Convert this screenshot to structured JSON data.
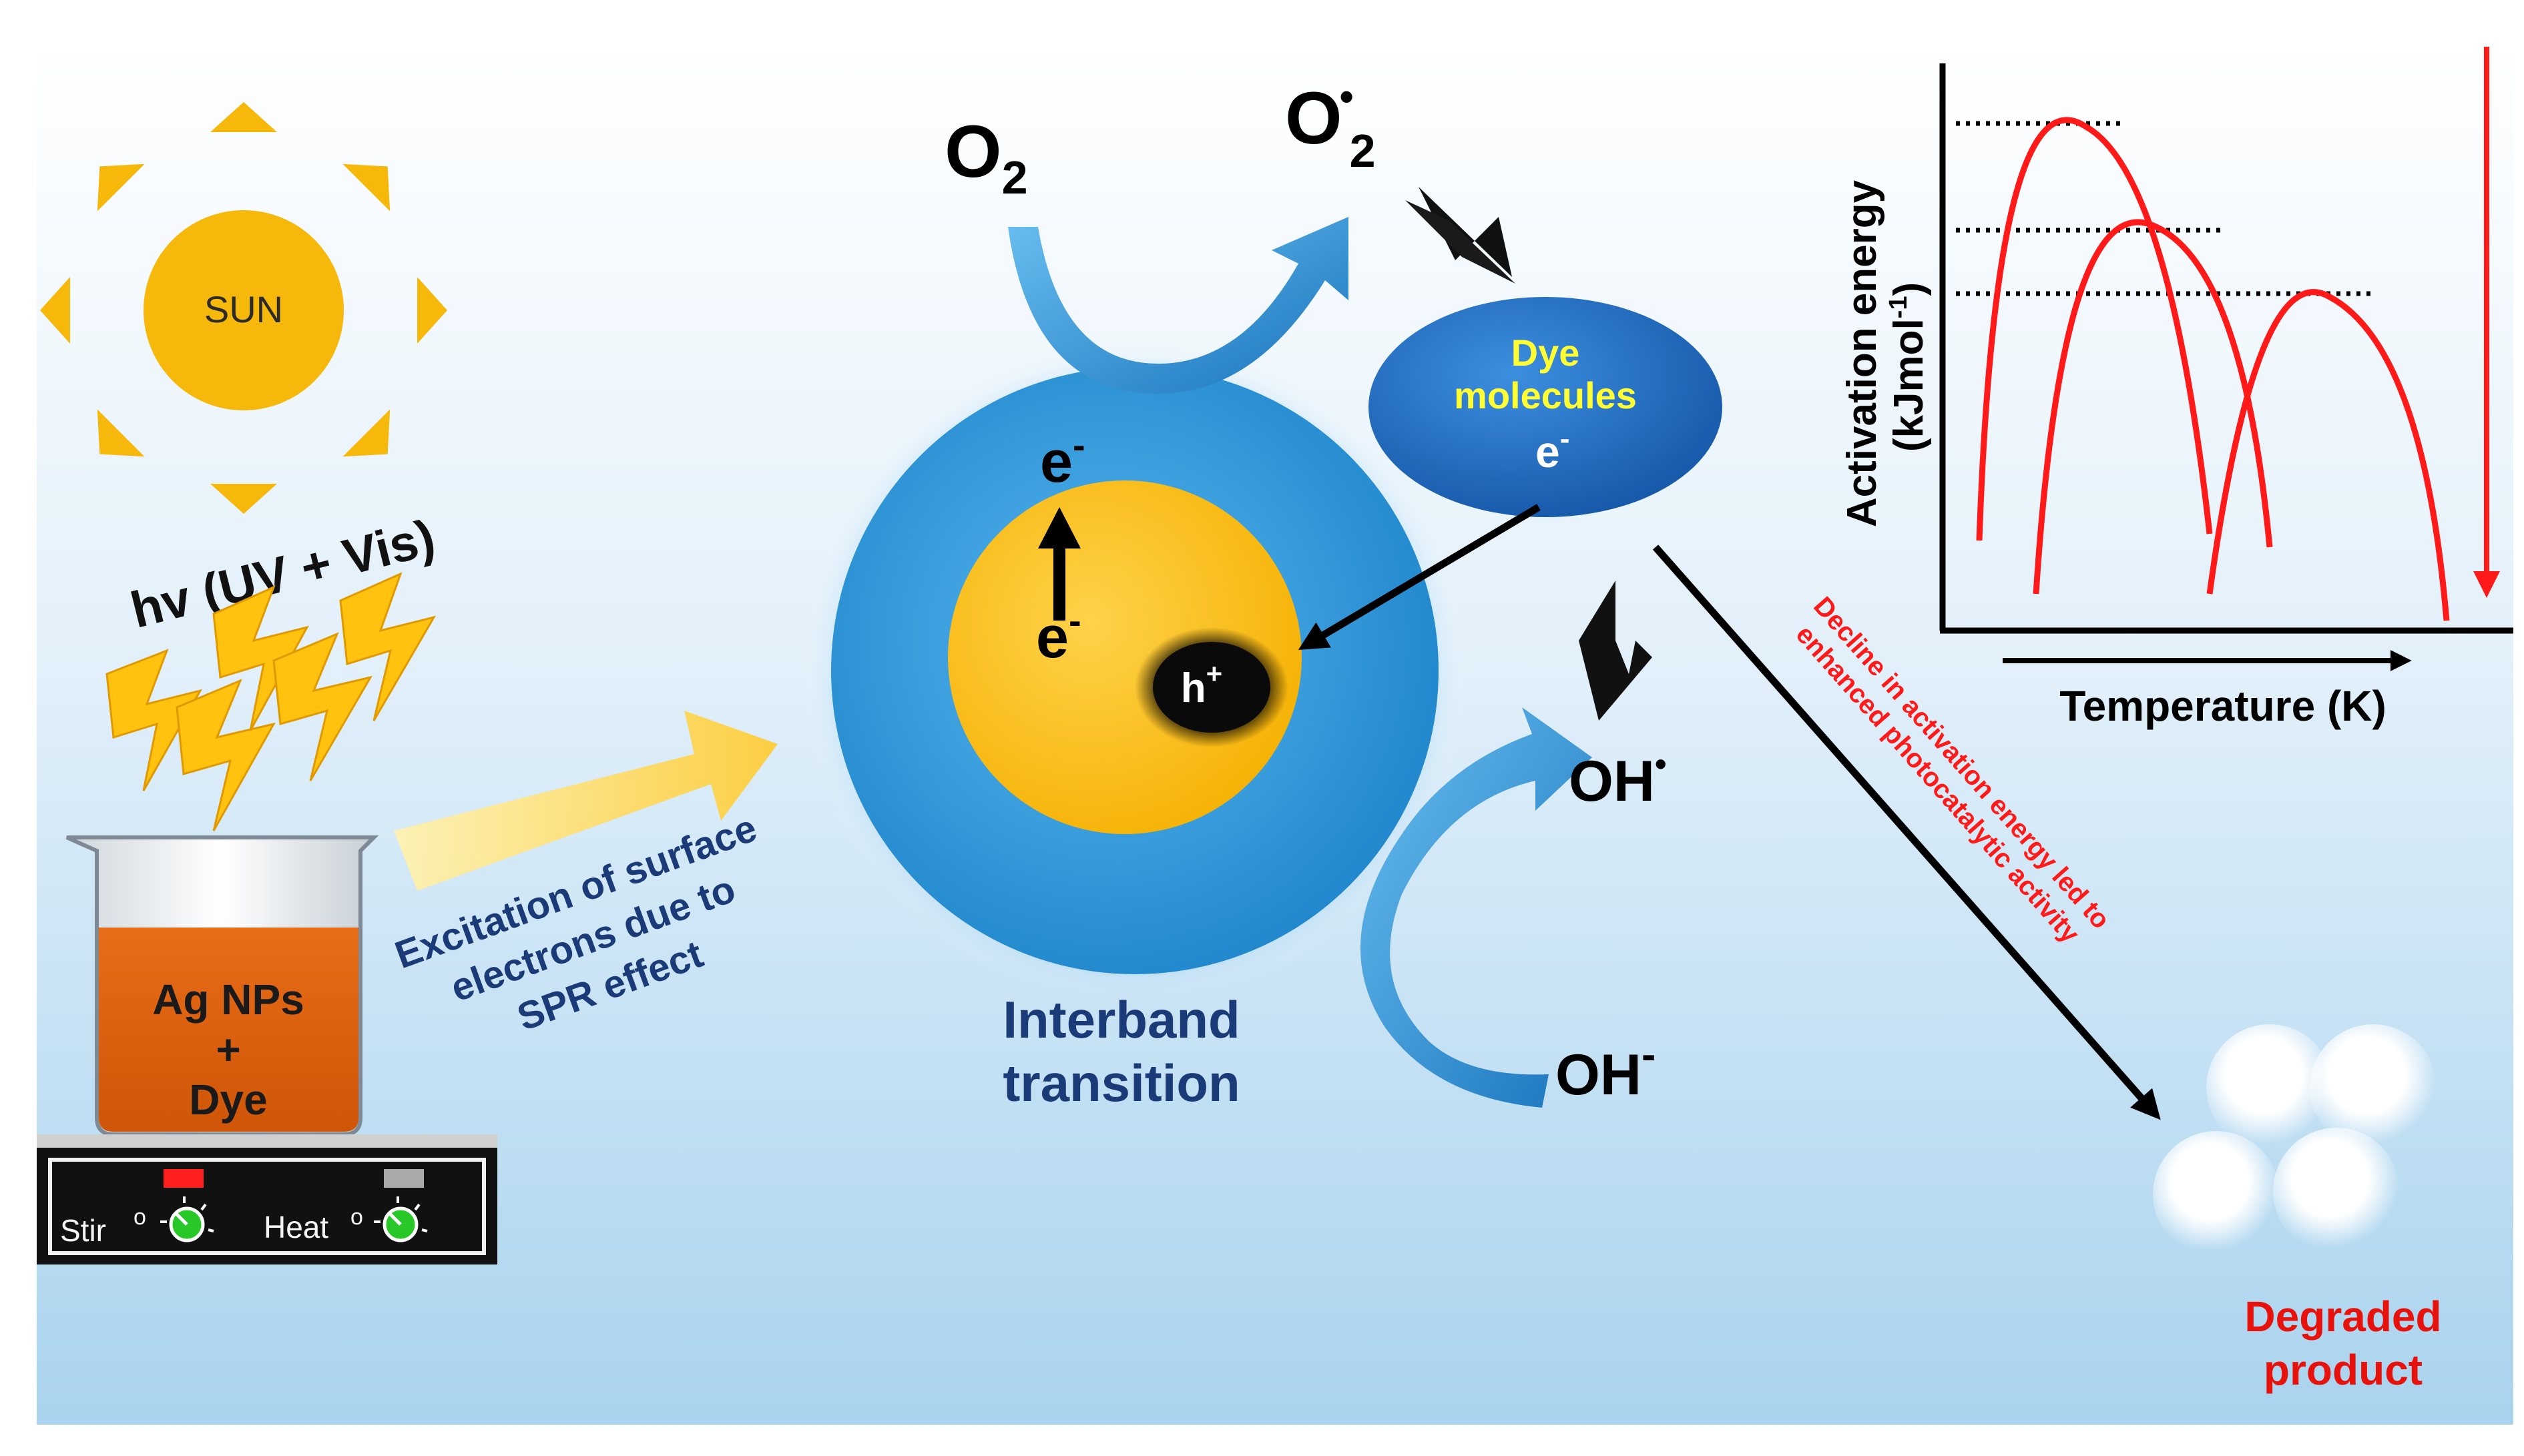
{
  "sun": {
    "label": "SUN"
  },
  "light": {
    "label": "hv (UV + Vis)"
  },
  "beaker": {
    "line1": "Ag NPs",
    "line2": "+",
    "line3": "Dye"
  },
  "hotplate": {
    "stir_label": "Stir",
    "heat_label": "Heat",
    "dial_mark": "o"
  },
  "excitation": {
    "line1": "Excitation of surface",
    "line2": "electrons due to",
    "line3": "SPR effect"
  },
  "particle": {
    "electron_outer": "e",
    "electron_inner": "e",
    "electron_sup": "-",
    "hole": "h",
    "hole_sup": "+",
    "caption_line1": "Interband",
    "caption_line2": "transition"
  },
  "species": {
    "o2": "O",
    "o2_sub": "2",
    "superoxide": "O",
    "superoxide_mark": "•",
    "superoxide_sub": "2",
    "oh_radical": "OH",
    "oh_radical_mark": "•",
    "oh_ion": "OH",
    "oh_ion_mark": "-"
  },
  "dye": {
    "line1": "Dye",
    "line2": "molecules",
    "electron": "e",
    "electron_sup": "-"
  },
  "decline": {
    "line1": "Decline  in activation energy led to",
    "line2": "enhanced photocatalytic activity"
  },
  "degraded": {
    "line1": "Degraded",
    "line2": "product"
  },
  "inset_chart": {
    "ylabel_line1": "Activation energy",
    "ylabel_line2": "(kJmol",
    "ylabel_sup": "-1",
    "ylabel_end": ")",
    "xlabel": "Temperature (K)"
  },
  "colors": {
    "background_top": "#ffffff",
    "background_bottom": "#a9d3ee",
    "sun": "#f6b80a",
    "bolt": "#ffc20e",
    "solution": "#e2620e",
    "shell": "#2f97d9",
    "core": "#ffc000",
    "dye_ellipse": "#1f6fc6",
    "dye_text": "#ffff33",
    "navy_text": "#1b3a78",
    "curve_red": "#ff1a1a",
    "degraded_red": "#e8120c",
    "led_red": "#ff1f1f",
    "led_grey": "#aaaaaa",
    "knob_green": "#28c828"
  }
}
